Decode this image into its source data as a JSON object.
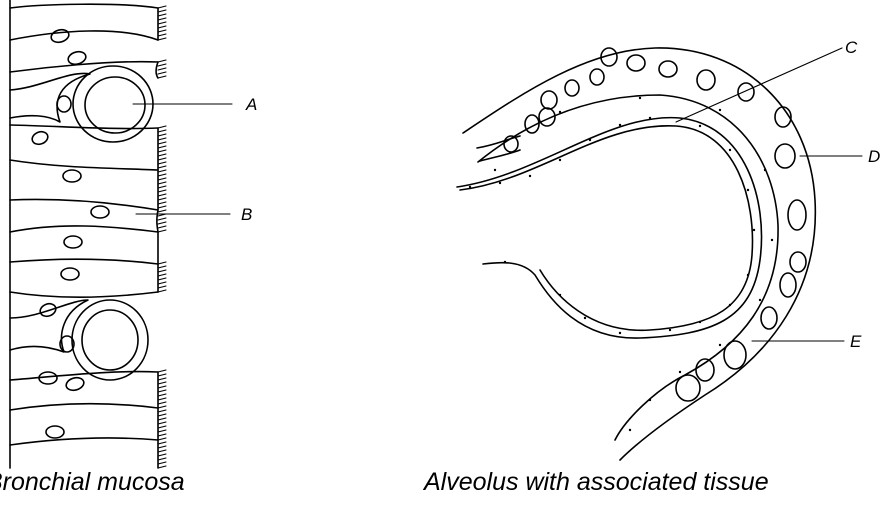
{
  "labels": {
    "A": "A",
    "B": "B",
    "C": "C",
    "D": "D",
    "E": "E"
  },
  "captions": {
    "left": "Bronchial mucosa",
    "right": "Alveolus with associated tissue"
  },
  "colors": {
    "ink": "#000000",
    "background": "#ffffff"
  }
}
